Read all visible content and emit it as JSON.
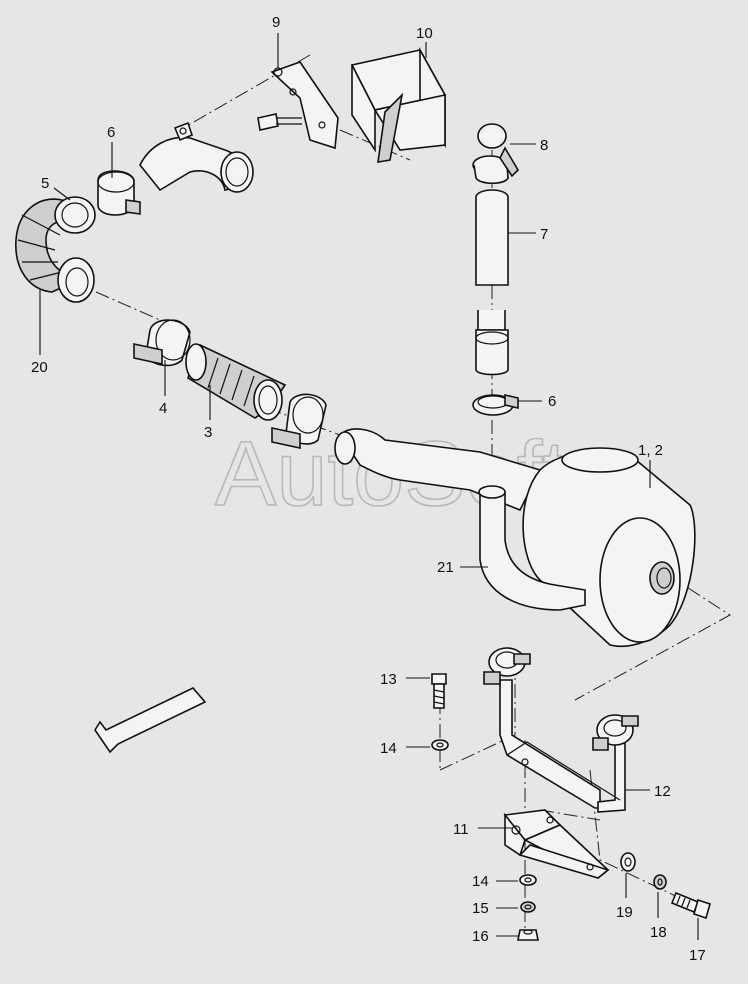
{
  "watermark": "AutoSoft",
  "callouts": [
    {
      "id": "c9",
      "text": "9"
    },
    {
      "id": "c10",
      "text": "10"
    },
    {
      "id": "c6a",
      "text": "6"
    },
    {
      "id": "c8",
      "text": "8"
    },
    {
      "id": "c5",
      "text": "5"
    },
    {
      "id": "c7",
      "text": "7"
    },
    {
      "id": "c20",
      "text": "20"
    },
    {
      "id": "c4",
      "text": "4"
    },
    {
      "id": "c6b",
      "text": "6"
    },
    {
      "id": "c3",
      "text": "3"
    },
    {
      "id": "c12a",
      "text": "1, 2"
    },
    {
      "id": "c21",
      "text": "21"
    },
    {
      "id": "c13",
      "text": "13"
    },
    {
      "id": "c14a",
      "text": "14"
    },
    {
      "id": "c12",
      "text": "12"
    },
    {
      "id": "c11",
      "text": "11"
    },
    {
      "id": "c14b",
      "text": "14"
    },
    {
      "id": "c19",
      "text": "19"
    },
    {
      "id": "c15",
      "text": "15"
    },
    {
      "id": "c18",
      "text": "18"
    },
    {
      "id": "c16",
      "text": "16"
    },
    {
      "id": "c17",
      "text": "17"
    }
  ]
}
